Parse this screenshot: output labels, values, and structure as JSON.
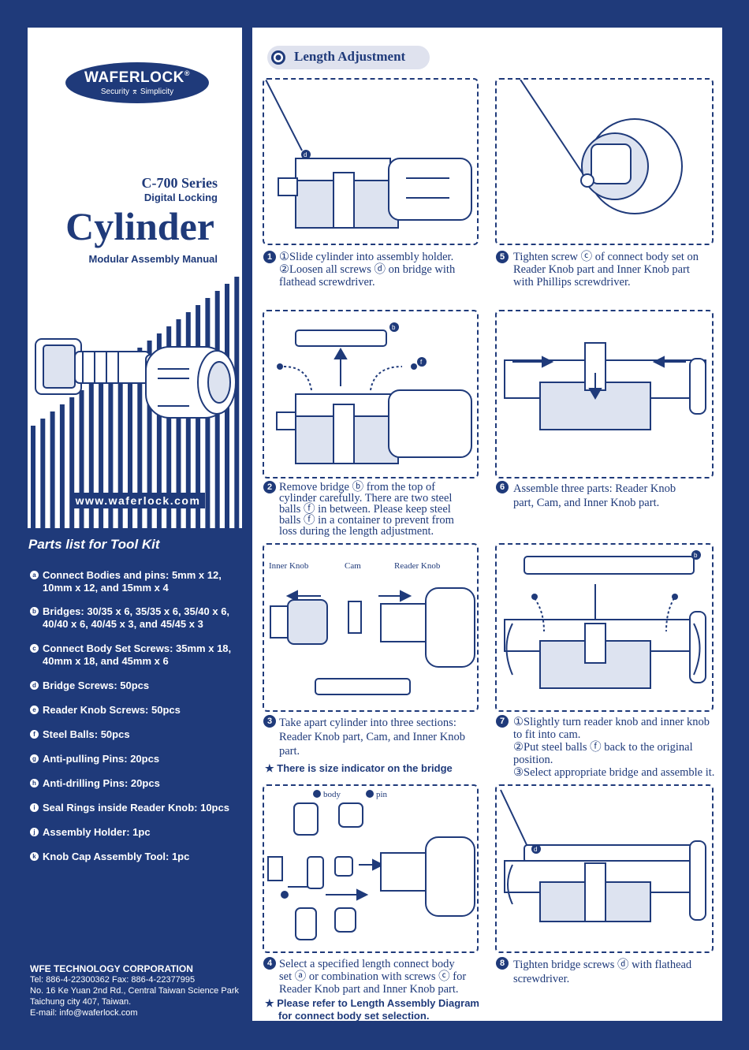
{
  "brand": {
    "name": "WAFERLOCK",
    "registered": "®",
    "tagline": "Security ⌆ Simplicity"
  },
  "cover": {
    "series": "C-700 Series",
    "digital": "Digital Locking",
    "title": "Cylinder",
    "subtitle": "Modular Assembly Manual",
    "url": "www.waferlock.com"
  },
  "parts": {
    "title": "Parts list for Tool Kit",
    "items": [
      {
        "badge": "a",
        "text": "Connect Bodies and pins: 5mm x 12, 10mm x 12, and 15mm x 4"
      },
      {
        "badge": "b",
        "text": "Bridges: 30/35 x 6, 35/35 x 6, 35/40 x 6, 40/40 x 6, 40/45 x 3, and 45/45 x 3"
      },
      {
        "badge": "c",
        "text": "Connect Body Set Screws: 35mm x 18, 40mm x 18, and 45mm x 6"
      },
      {
        "badge": "d",
        "text": "Bridge Screws: 50pcs"
      },
      {
        "badge": "e",
        "text": "Reader Knob Screws: 50pcs"
      },
      {
        "badge": "f",
        "text": "Steel Balls: 50pcs"
      },
      {
        "badge": "g",
        "text": "Anti-pulling Pins: 20pcs"
      },
      {
        "badge": "h",
        "text": "Anti-drilling Pins: 20pcs"
      },
      {
        "badge": "i",
        "text": "Seal Rings inside Reader Knob: 10pcs"
      },
      {
        "badge": "j",
        "text": "Assembly Holder: 1pc"
      },
      {
        "badge": "k",
        "text": "Knob Cap Assembly Tool: 1pc"
      }
    ]
  },
  "company": {
    "name": "WFE TECHNOLOGY CORPORATION",
    "phone": "Tel: 886-4-22300362    Fax: 886-4-22377995",
    "address1": "No. 16 Ke Yuan 2nd Rd., Central Taiwan Science Park",
    "address2": "Taichung city 407, Taiwan.",
    "email": "E-mail: info@waferlock.com"
  },
  "section": {
    "title": "Length Adjustment"
  },
  "labels": {
    "b": "b",
    "d": "d",
    "e": "e",
    "f": "f",
    "c": "c",
    "a": "a",
    "inner_knob": "Inner Knob",
    "cam": "Cam",
    "reader_knob": "Reader Knob",
    "body": "body",
    "pin": "pin"
  },
  "steps": [
    {
      "num": "1",
      "lines": [
        "①Slide cylinder into assembly holder.",
        "②Loosen all screws ⓓ on bridge with",
        "flathead screwdriver."
      ]
    },
    {
      "num": "2",
      "lines": [
        "Remove bridge ⓑ from the top of",
        "cylinder carefully. There are two steel",
        "balls ⓕ in between. Please keep steel",
        "balls ⓕ in a container to prevent from",
        "loss during the length adjustment."
      ]
    },
    {
      "num": "3",
      "lines": [
        "Take apart cylinder into three sections:",
        "Reader Knob part, Cam, and Inner Knob",
        "part."
      ],
      "note": "★ There is size indicator on the bridge"
    },
    {
      "num": "4",
      "lines": [
        "Select a specified length connect body",
        "set ⓐ or combination with screws ⓒ for",
        "Reader Knob part and Inner Knob part."
      ],
      "note": "★ Please refer to Length Assembly Diagram",
      "note2": "for connect body set selection."
    },
    {
      "num": "5",
      "lines": [
        "Tighten screw ⓒ of connect body set on",
        "Reader Knob part and Inner Knob part",
        "with Phillips screwdriver."
      ]
    },
    {
      "num": "6",
      "lines": [
        "Assemble three parts: Reader Knob",
        "part, Cam, and Inner Knob part."
      ]
    },
    {
      "num": "7",
      "lines": [
        "①Slightly turn reader knob and inner knob",
        "to fit into cam.",
        "②Put steel balls ⓕ back to the original",
        "position.",
        "③Select appropriate bridge and assemble it."
      ]
    },
    {
      "num": "8",
      "lines": [
        "Tighten bridge screws ⓓ with flathead",
        "screwdriver."
      ]
    }
  ]
}
